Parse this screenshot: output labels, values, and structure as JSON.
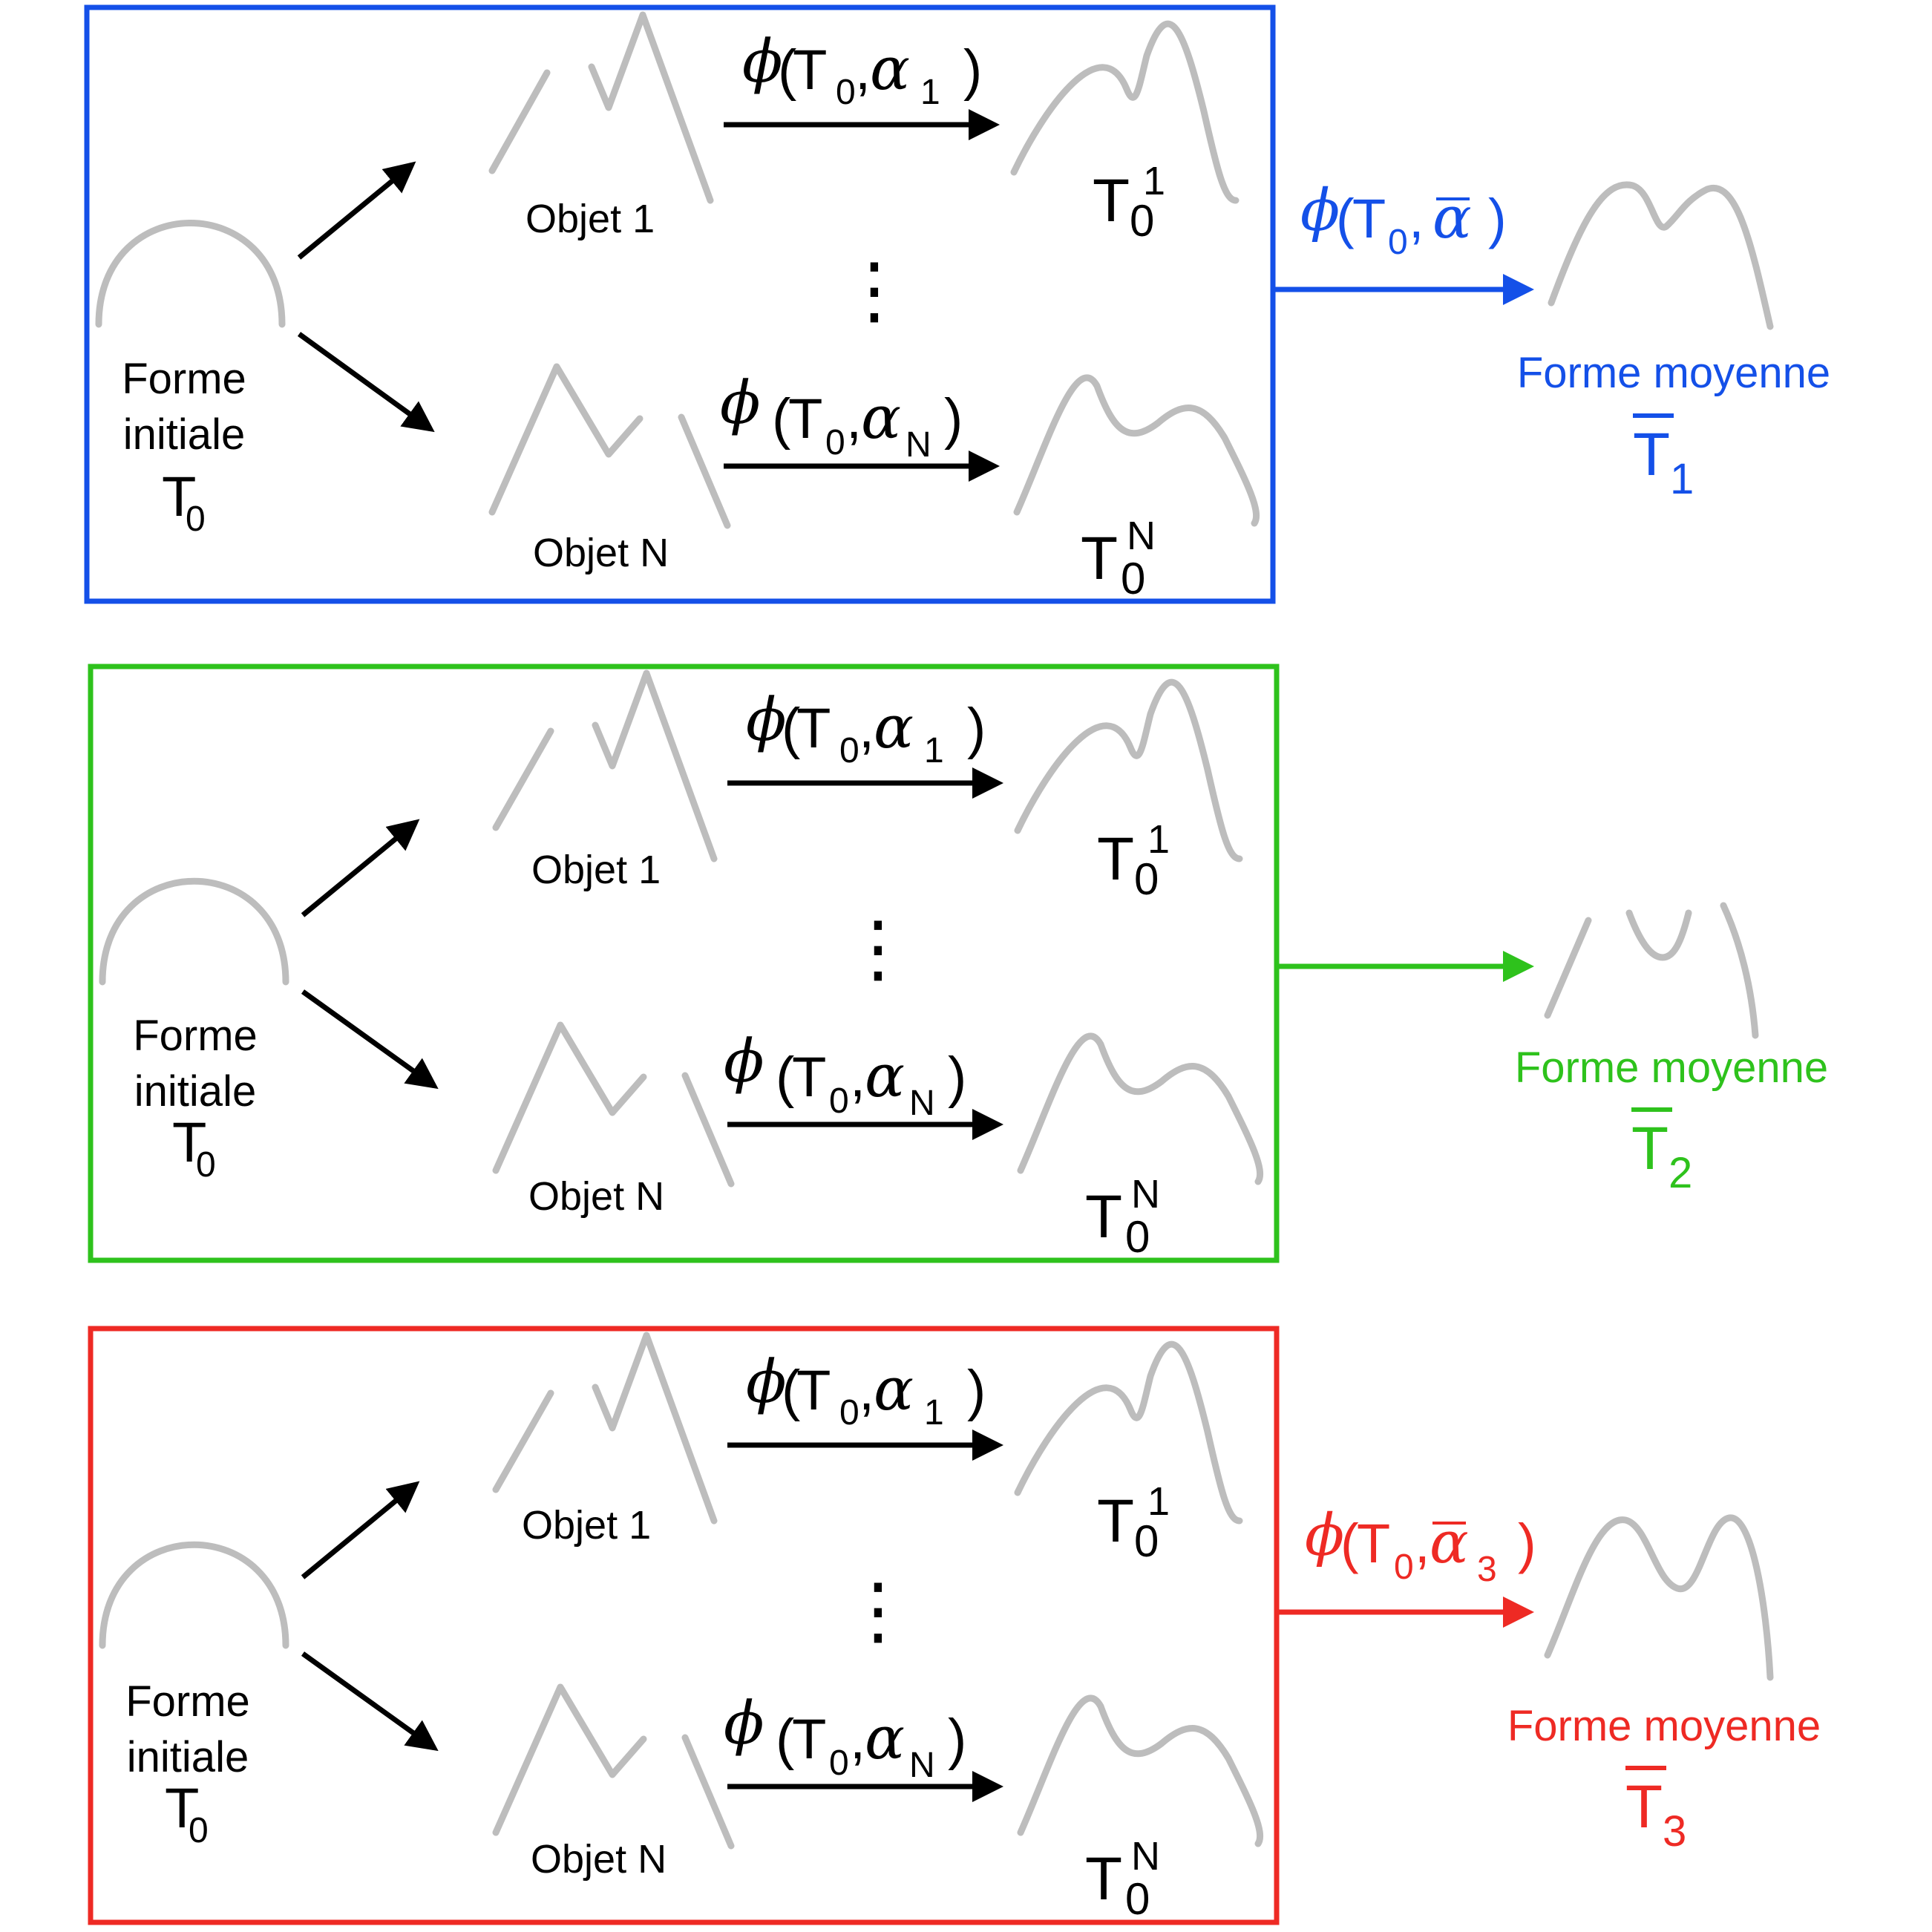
{
  "panels": [
    {
      "color": "#1450e8",
      "initial_label": [
        "Forme",
        "initiale"
      ],
      "initial_symbol": "T",
      "initial_sub": "0",
      "object1_label": "Objet 1",
      "objectN_label": "Objet N",
      "phi": "ϕ",
      "alpha": "α",
      "open_paren": "(",
      "close_paren": ")",
      "t_sym": "T",
      "sub0": "0",
      "comma": ",",
      "alpha1_sub": "1",
      "alphaN_sub": "N",
      "t01_sup": "1",
      "t0N_sup": "N",
      "dots": "⋮",
      "output_label": "Forme moyenne",
      "output_symbol": "T",
      "output_sub": "1",
      "out_arrow_label": {
        "phi": "ϕ",
        "open": "(",
        "t": "T",
        "sub0": "0",
        "comma": ",",
        "alpha": "α",
        "alpha_sub": "",
        "close": ")"
      }
    },
    {
      "color": "#2ec21c",
      "initial_label": [
        "Forme",
        "initiale"
      ],
      "initial_symbol": "T",
      "initial_sub": "0",
      "object1_label": "Objet 1",
      "objectN_label": "Objet N",
      "phi": "ϕ",
      "alpha": "α",
      "open_paren": "(",
      "close_paren": ")",
      "t_sym": "T",
      "sub0": "0",
      "comma": ",",
      "alpha1_sub": "1",
      "alphaN_sub": "N",
      "t01_sup": "1",
      "t0N_sup": "N",
      "dots": "⋮",
      "output_label": "Forme moyenne",
      "output_symbol": "T",
      "output_sub": "2"
    },
    {
      "color": "#ee2a24",
      "initial_label": [
        "Forme",
        "initiale"
      ],
      "initial_symbol": "T",
      "initial_sub": "0",
      "object1_label": "Objet 1",
      "objectN_label": "Objet N",
      "phi": "ϕ",
      "alpha": "α",
      "open_paren": "(",
      "close_paren": ")",
      "t_sym": "T",
      "sub0": "0",
      "comma": ",",
      "alpha1_sub": "1",
      "alphaN_sub": "N",
      "t01_sup": "1",
      "t0N_sup": "N",
      "dots": "⋮",
      "output_label": "Forme moyenne",
      "output_symbol": "T",
      "output_sub": "3",
      "out_arrow_label": {
        "phi": "ϕ",
        "open": "(",
        "t": "T",
        "sub0": "0",
        "comma": ",",
        "alpha": "α",
        "alpha_sub": "3",
        "close": ")"
      }
    }
  ]
}
